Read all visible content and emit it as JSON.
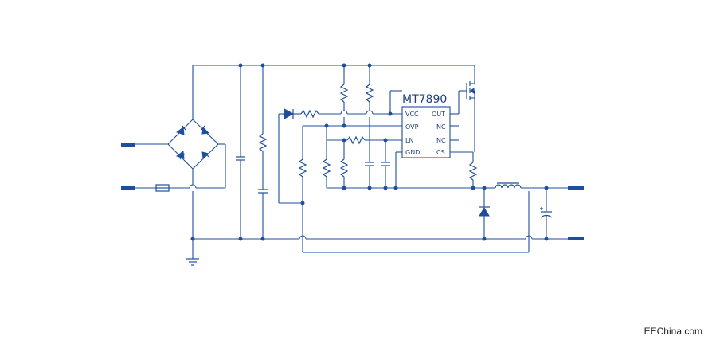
{
  "chip": {
    "name": "MT7890",
    "pins_left": [
      "VCC",
      "OVP",
      "LN",
      "GND"
    ],
    "pins_right": [
      "OUT",
      "NC",
      "NC",
      "CS"
    ]
  },
  "watermark": "EEChina.com",
  "colors": {
    "wire": "#1f4f9c",
    "text": "#1f3f7a"
  }
}
